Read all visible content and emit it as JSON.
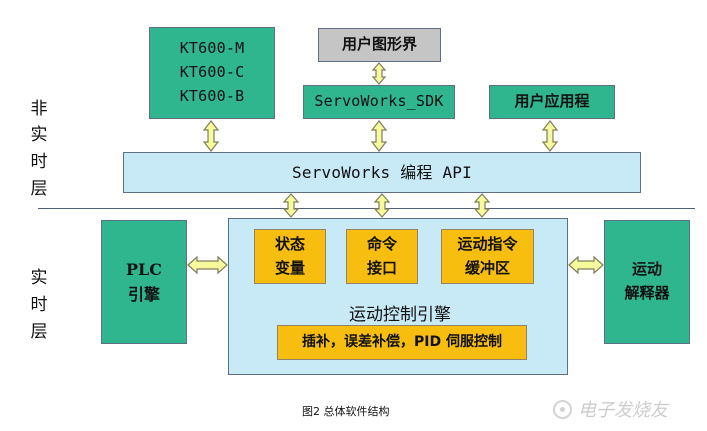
{
  "left_labels": {
    "non_realtime": [
      "非",
      "实",
      "时",
      "层"
    ],
    "realtime": [
      "实",
      "时",
      "层"
    ]
  },
  "boxes": {
    "kt600": [
      "KT600-M",
      "KT600-C",
      "KT600-B"
    ],
    "user_gui": "用户图形界",
    "servoworks_sdk": "ServoWorks_SDK",
    "user_app": "用户应用程",
    "api": "ServoWorks 编程 API",
    "plc": [
      "PLC",
      "引擎"
    ],
    "state_var": [
      "状态",
      "变量"
    ],
    "cmd_interface": [
      "命令",
      "接口"
    ],
    "motion_buffer": [
      "运动指令",
      "缓冲区"
    ],
    "motion_engine": "运动控制引擎",
    "interp": "插补，误差补偿，PID 伺服控制",
    "interpreter": [
      "运动",
      "解释器"
    ]
  },
  "caption": "图2 总体软件结构",
  "watermark": "电子发烧友",
  "colors": {
    "green": "#2fb68f",
    "blue": "#c8e9f6",
    "gray": "#c5c5c5",
    "orange": "#f7be0f",
    "arrow_yellow": "#f8fb9b"
  }
}
